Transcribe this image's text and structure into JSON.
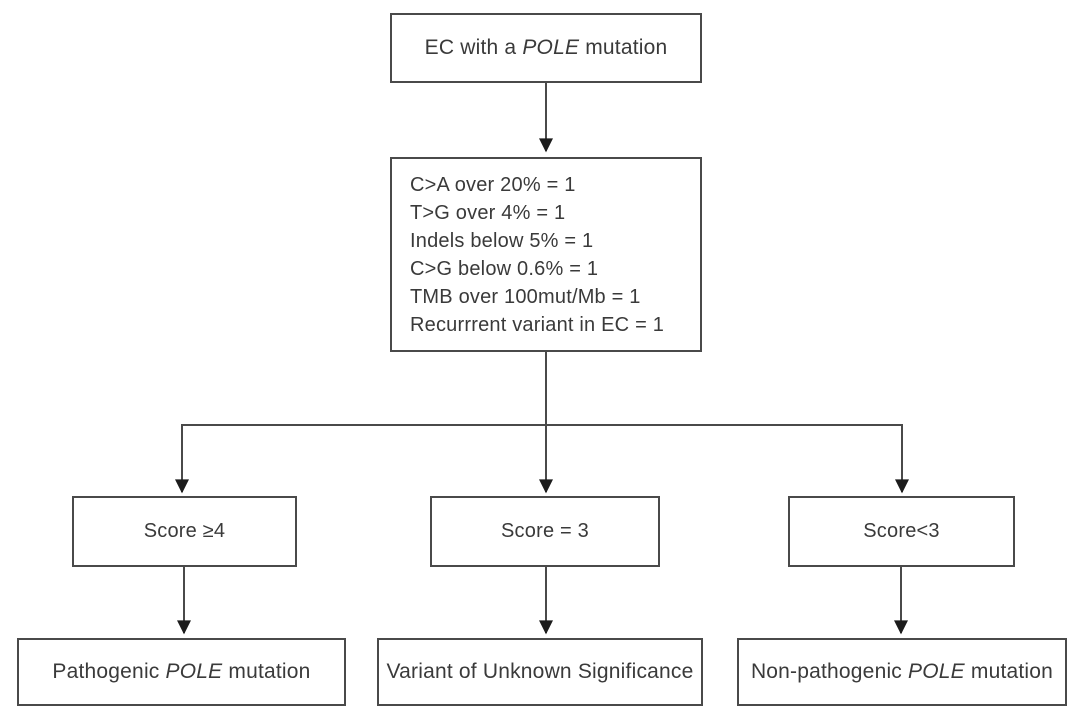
{
  "figure": {
    "type": "flowchart",
    "background_color": "#ffffff",
    "box_border_color": "#4a4a4a",
    "text_color": "#3a3a3a",
    "arrow_color": "#1c1c1c"
  },
  "nodes": {
    "root": {
      "prefix": "EC with a ",
      "gene": "POLE",
      "suffix": " mutation"
    },
    "criteria": {
      "lines": [
        "C>A over 20% = 1",
        "T>G over 4% = 1",
        "Indels below 5% = 1",
        "C>G below 0.6% = 1",
        "TMB over 100mut/Mb = 1",
        "Recurrrent variant in EC = 1"
      ]
    },
    "score_high": {
      "label": "Score ≥4"
    },
    "score_mid": {
      "label": "Score = 3"
    },
    "score_low": {
      "label": "Score<3"
    },
    "outcome_pathogenic": {
      "prefix": "Pathogenic ",
      "gene": "POLE",
      "suffix": " mutation"
    },
    "outcome_vus": {
      "label": "Variant of Unknown Significance"
    },
    "outcome_nonpathogenic": {
      "prefix": "Non-pathogenic ",
      "gene": "POLE",
      "suffix": " mutation"
    }
  }
}
